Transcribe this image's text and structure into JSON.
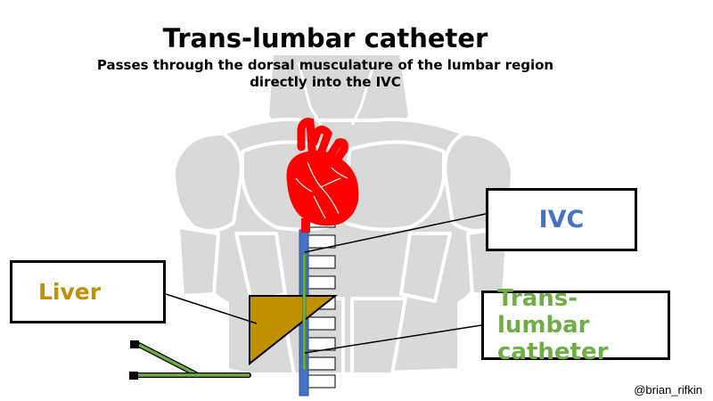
{
  "title": "Trans-lumbar catheter",
  "subtitle": "Passes through the dorsal musculature of the lumbar region directly into the IVC",
  "labels": {
    "liver": "Liver",
    "ivc": "IVC",
    "catheter_line1": "Trans-lumbar",
    "catheter_line2": "catheter"
  },
  "credit": "@brian_rifkin",
  "colors": {
    "body": "#d9d9d9",
    "heart": "#ff0000",
    "ivc": "#4472c4",
    "catheter": "#70ad47",
    "liver": "#bf9000",
    "liver_label": "#bf9000",
    "ivc_label": "#4472c4",
    "catheter_label": "#70ad47"
  },
  "icons": [
    "torso-silhouette",
    "heart-icon",
    "spine-vertebrae",
    "liver-shape",
    "catheter-line"
  ]
}
